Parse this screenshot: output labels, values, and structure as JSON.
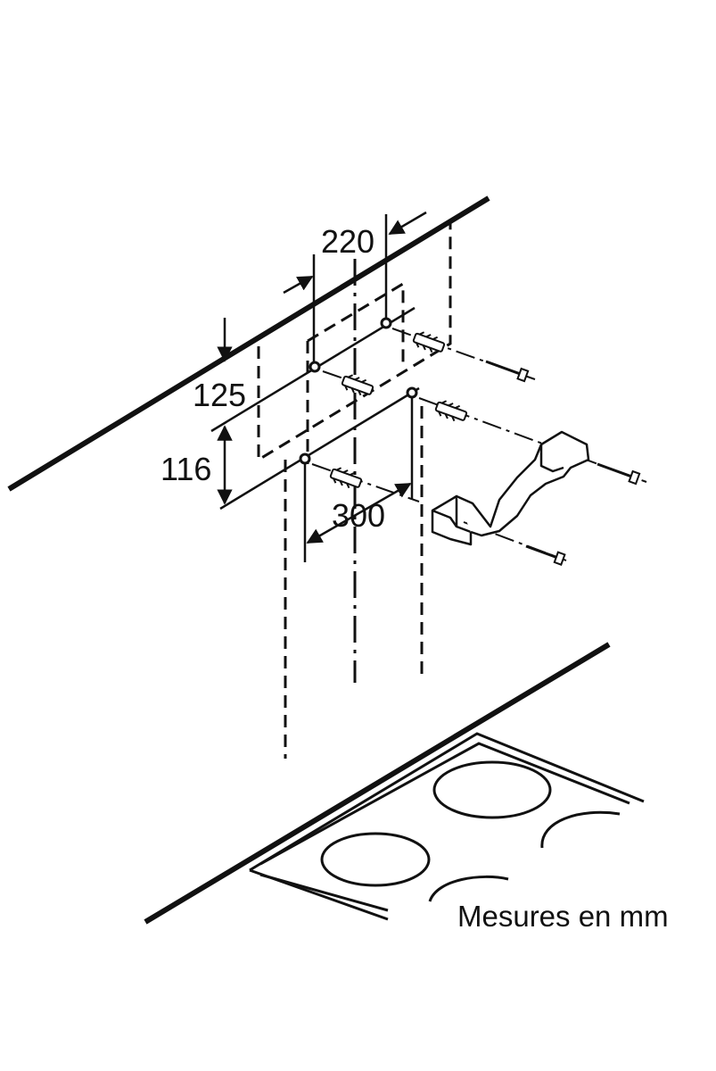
{
  "diagram": {
    "dimensions": {
      "hole_spacing_horizontal": "220",
      "ceiling_to_top_holes": "125",
      "top_to_bottom_holes": "116",
      "lower_hole_spacing": "300"
    },
    "units_note": "Mesures en mm",
    "colors": {
      "ink": "#111111",
      "background": "#ffffff"
    }
  }
}
